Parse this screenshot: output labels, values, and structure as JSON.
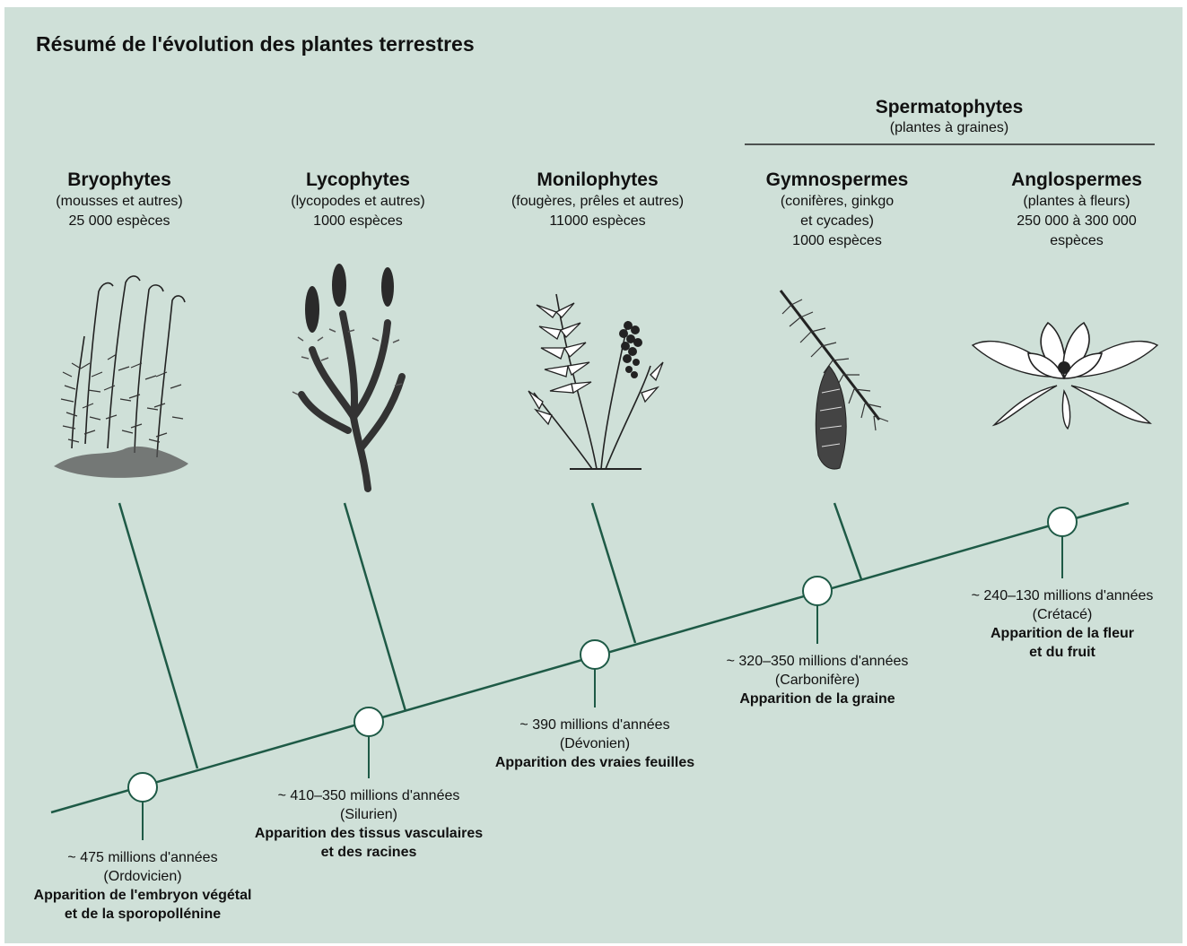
{
  "title": "Résumé de l'évolution des plantes terrestres",
  "spermatophytes": {
    "name": "Spermatophytes",
    "sub": "(plantes à graines)"
  },
  "groups": [
    {
      "name": "Bryophytes",
      "lines": [
        "(mousses et autres)",
        "25 000 espèces"
      ],
      "icon": "moss-illustration"
    },
    {
      "name": "Lycophytes",
      "lines": [
        "(lycopodes et autres)",
        "1000 espèces"
      ],
      "icon": "clubmoss-illustration"
    },
    {
      "name": "Monilophytes",
      "lines": [
        "(fougères, prêles et autres)",
        "11000 espèces"
      ],
      "icon": "fern-illustration"
    },
    {
      "name": "Gymnospermes",
      "lines": [
        "(conifères, ginkgo",
        "et cycades)",
        "1000 espèces"
      ],
      "icon": "conifer-cone-illustration"
    },
    {
      "name": "Anglospermes",
      "lines": [
        "(plantes à fleurs)",
        "250 000 à 300 000",
        "espèces"
      ],
      "icon": "magnolia-flower-illustration"
    }
  ],
  "events": [
    {
      "time": "~ 475 millions d'années",
      "period": "(Ordovicien)",
      "what": [
        "Apparition de l'embryon végétal",
        "et de la sporopollénine"
      ]
    },
    {
      "time": "~ 410–350 millions d'années",
      "period": "(Silurien)",
      "what": [
        "Apparition des tissus vasculaires",
        "et des racines"
      ]
    },
    {
      "time": "~ 390 millions d'années",
      "period": "(Dévonien)",
      "what": [
        "Apparition des vraies feuilles"
      ]
    },
    {
      "time": "~ 320–350 millions d'années",
      "period": "(Carbonifère)",
      "what": [
        "Apparition de la graine"
      ]
    },
    {
      "time": "~ 240–130 millions d'années",
      "period": "(Crétacé)",
      "what": [
        "Apparition de la fleur",
        "et du fruit"
      ]
    }
  ],
  "colors": {
    "background": "#cfe0d8",
    "line": "#1e5a46",
    "node_fill": "#ffffff",
    "text": "#111111"
  }
}
